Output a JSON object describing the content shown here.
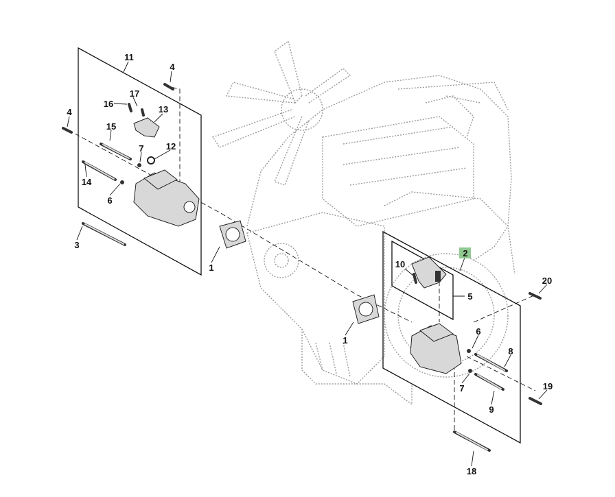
{
  "diagram": {
    "callouts": [
      "11",
      "4",
      "17",
      "16",
      "13",
      "4",
      "15",
      "7",
      "12",
      "14",
      "6",
      "3",
      "1",
      "2",
      "10",
      "5",
      "20",
      "1",
      "6",
      "8",
      "7",
      "19",
      "9",
      "18"
    ],
    "highlight_callout_color": "#8fc98f"
  }
}
